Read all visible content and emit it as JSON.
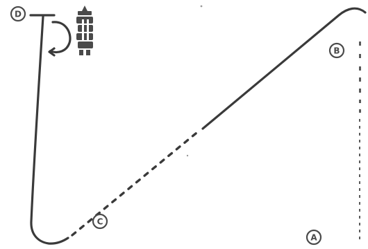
{
  "markers": [
    {
      "id": "a",
      "label": "A"
    },
    {
      "id": "b",
      "label": "B"
    },
    {
      "id": "c",
      "label": "C"
    },
    {
      "id": "d",
      "label": "D"
    }
  ],
  "colors": {
    "ink": "#3a3a3a",
    "background": "#ffffff"
  },
  "icons": {
    "start_symbol": "plant-figure-icon"
  }
}
